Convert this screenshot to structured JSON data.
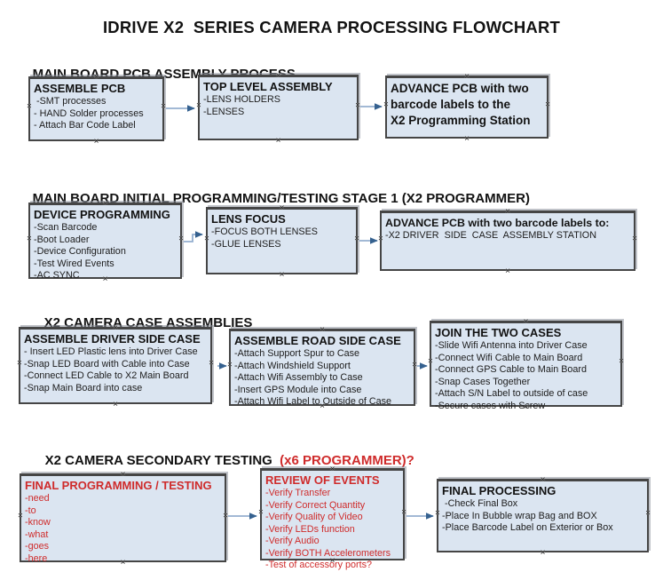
{
  "title": "IDRIVE X2  SERIES CAMERA PROCESSING FLOWCHART",
  "colors": {
    "box_fill": "#dbe5f1",
    "box_border": "#454545",
    "arrow_line": "#94afcf",
    "arrow_head": "#35618f",
    "red_text": "#cf2b2b",
    "black_text": "#121212"
  },
  "sections": [
    {
      "heading": "MAIN BOARD PCB ASSEMBLY PROCESS",
      "heading_accent": "",
      "boxes": [
        {
          "title": "ASSEMBLE PCB",
          "items": [
            " -SMT processes",
            "- HAND Solder processes",
            "- Attach Bar Code Label"
          ]
        },
        {
          "title": "TOP LEVEL ASSEMBLY",
          "items": [
            "-LENS HOLDERS",
            "-LENSES"
          ]
        },
        {
          "title": "ADVANCE PCB with two\nbarcode labels to the\n X2 Programming Station",
          "items": []
        }
      ]
    },
    {
      "heading": "MAIN BOARD INITIAL PROGRAMMING/TESTING STAGE 1 (X2 PROGRAMMER)",
      "heading_accent": "",
      "boxes": [
        {
          "title": "DEVICE PROGRAMMING",
          "items": [
            "-Scan Barcode",
            "-Boot Loader",
            "-Device Configuration",
            "-Test Wired Events",
            "-AC SYNC"
          ]
        },
        {
          "title": "LENS FOCUS",
          "items": [
            "-FOCUS BOTH LENSES",
            "-GLUE LENSES"
          ]
        },
        {
          "title": "ADVANCE PCB with two barcode labels to:",
          "items": [
            "-X2 DRIVER  SIDE  CASE  ASSEMBLY STATION"
          ]
        }
      ]
    },
    {
      "heading": "X2 CAMERA CASE ASSEMBLIES",
      "heading_accent": "",
      "boxes": [
        {
          "title": "ASSEMBLE DRIVER SIDE CASE",
          "items": [
            "- Insert LED Plastic lens into Driver Case",
            "-Snap LED Board with Cable into Case",
            "-Connect LED Cable to X2 Main Board",
            "-Snap Main Board into case"
          ]
        },
        {
          "title": "ASSEMBLE ROAD SIDE CASE",
          "items": [
            "-Attach Support Spur to Case",
            "-Attach Windshield Support",
            "-Attach Wifi Assembly to Case",
            "-Insert GPS Module into Case",
            "-Attach Wifi Label to Outside of Case"
          ]
        },
        {
          "title": "JOIN THE TWO CASES",
          "items": [
            "-Slide Wifi Antenna into Driver Case",
            "-Connect Wifi Cable to Main Board",
            "-Connect GPS Cable to Main Board",
            "-Snap Cases Together",
            "-Attach S/N Label to outside of case",
            "-Secure cases with Screw"
          ]
        }
      ]
    },
    {
      "heading": "X2 CAMERA SECONDARY TESTING",
      "heading_accent": "  (x6 PROGRAMMER)?",
      "boxes": [
        {
          "title": "FINAL PROGRAMMING / TESTING",
          "red": true,
          "items": [
            "-need",
            "-to",
            "-know",
            "-what",
            "-goes",
            "-here"
          ]
        },
        {
          "title": "REVIEW OF EVENTS",
          "red": true,
          "items": [
            "-Verify Transfer",
            "-Verify Correct Quantity",
            "-Verify Quality of Video",
            "-Verify LEDs function",
            "-Verify Audio",
            "-Verify BOTH Accelerometers",
            "-Test of accessory ports?"
          ]
        },
        {
          "title": "FINAL PROCESSING",
          "items": [
            " -Check Final Box",
            "-Place In Bubble wrap Bag and BOX",
            "-Place Barcode Label on Exterior or Box"
          ]
        }
      ]
    }
  ]
}
